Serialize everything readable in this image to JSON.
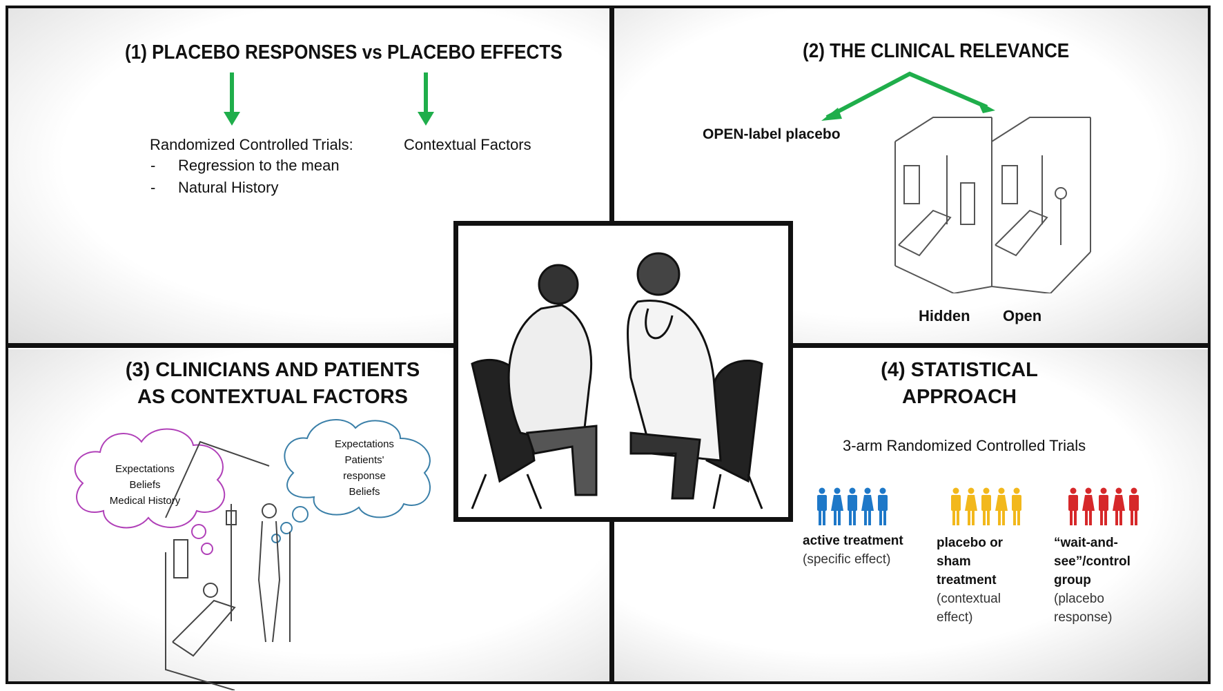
{
  "q1": {
    "title": "(1) PLACEBO RESPONSES  vs PLACEBO EFFECTS",
    "rct_label": "Randomized Controlled Trials:",
    "bullets": [
      "Regression to the mean",
      "Natural History"
    ],
    "contextual": "Contextual Factors"
  },
  "q2": {
    "title": "(2) THE CLINICAL RELEVANCE",
    "open_label": "OPEN-label placebo",
    "hidden": "Hidden",
    "open": "Open"
  },
  "q3": {
    "title_line1": "(3) CLINICIANS AND PATIENTS",
    "title_line2": "AS CONTEXTUAL FACTORS",
    "cloud_clinician": [
      "Expectations",
      "Beliefs",
      "Medical History"
    ],
    "cloud_patient": [
      "Expectations",
      "Patients'",
      "response",
      "Beliefs"
    ]
  },
  "q4": {
    "title_line1": "(4) STATISTICAL",
    "title_line2": "APPROACH",
    "subtitle": "3-arm Randomized Controlled Trials",
    "arms": [
      {
        "bold": [
          "active treatment"
        ],
        "normal": [
          "(specific effect)"
        ],
        "color": "#1e78c8"
      },
      {
        "bold": [
          "placebo or",
          "sham",
          "treatment"
        ],
        "normal": [
          "(contextual",
          "effect)"
        ],
        "color": "#f2b81c"
      },
      {
        "bold": [
          "“wait-and-",
          "see”/control",
          "group"
        ],
        "normal": [
          "(placebo",
          "response)"
        ],
        "color": "#d6282a"
      }
    ]
  },
  "colors": {
    "arrow": "#1fae4b",
    "clinician_cloud": "#b040b8",
    "patient_cloud": "#3a7fa8"
  }
}
